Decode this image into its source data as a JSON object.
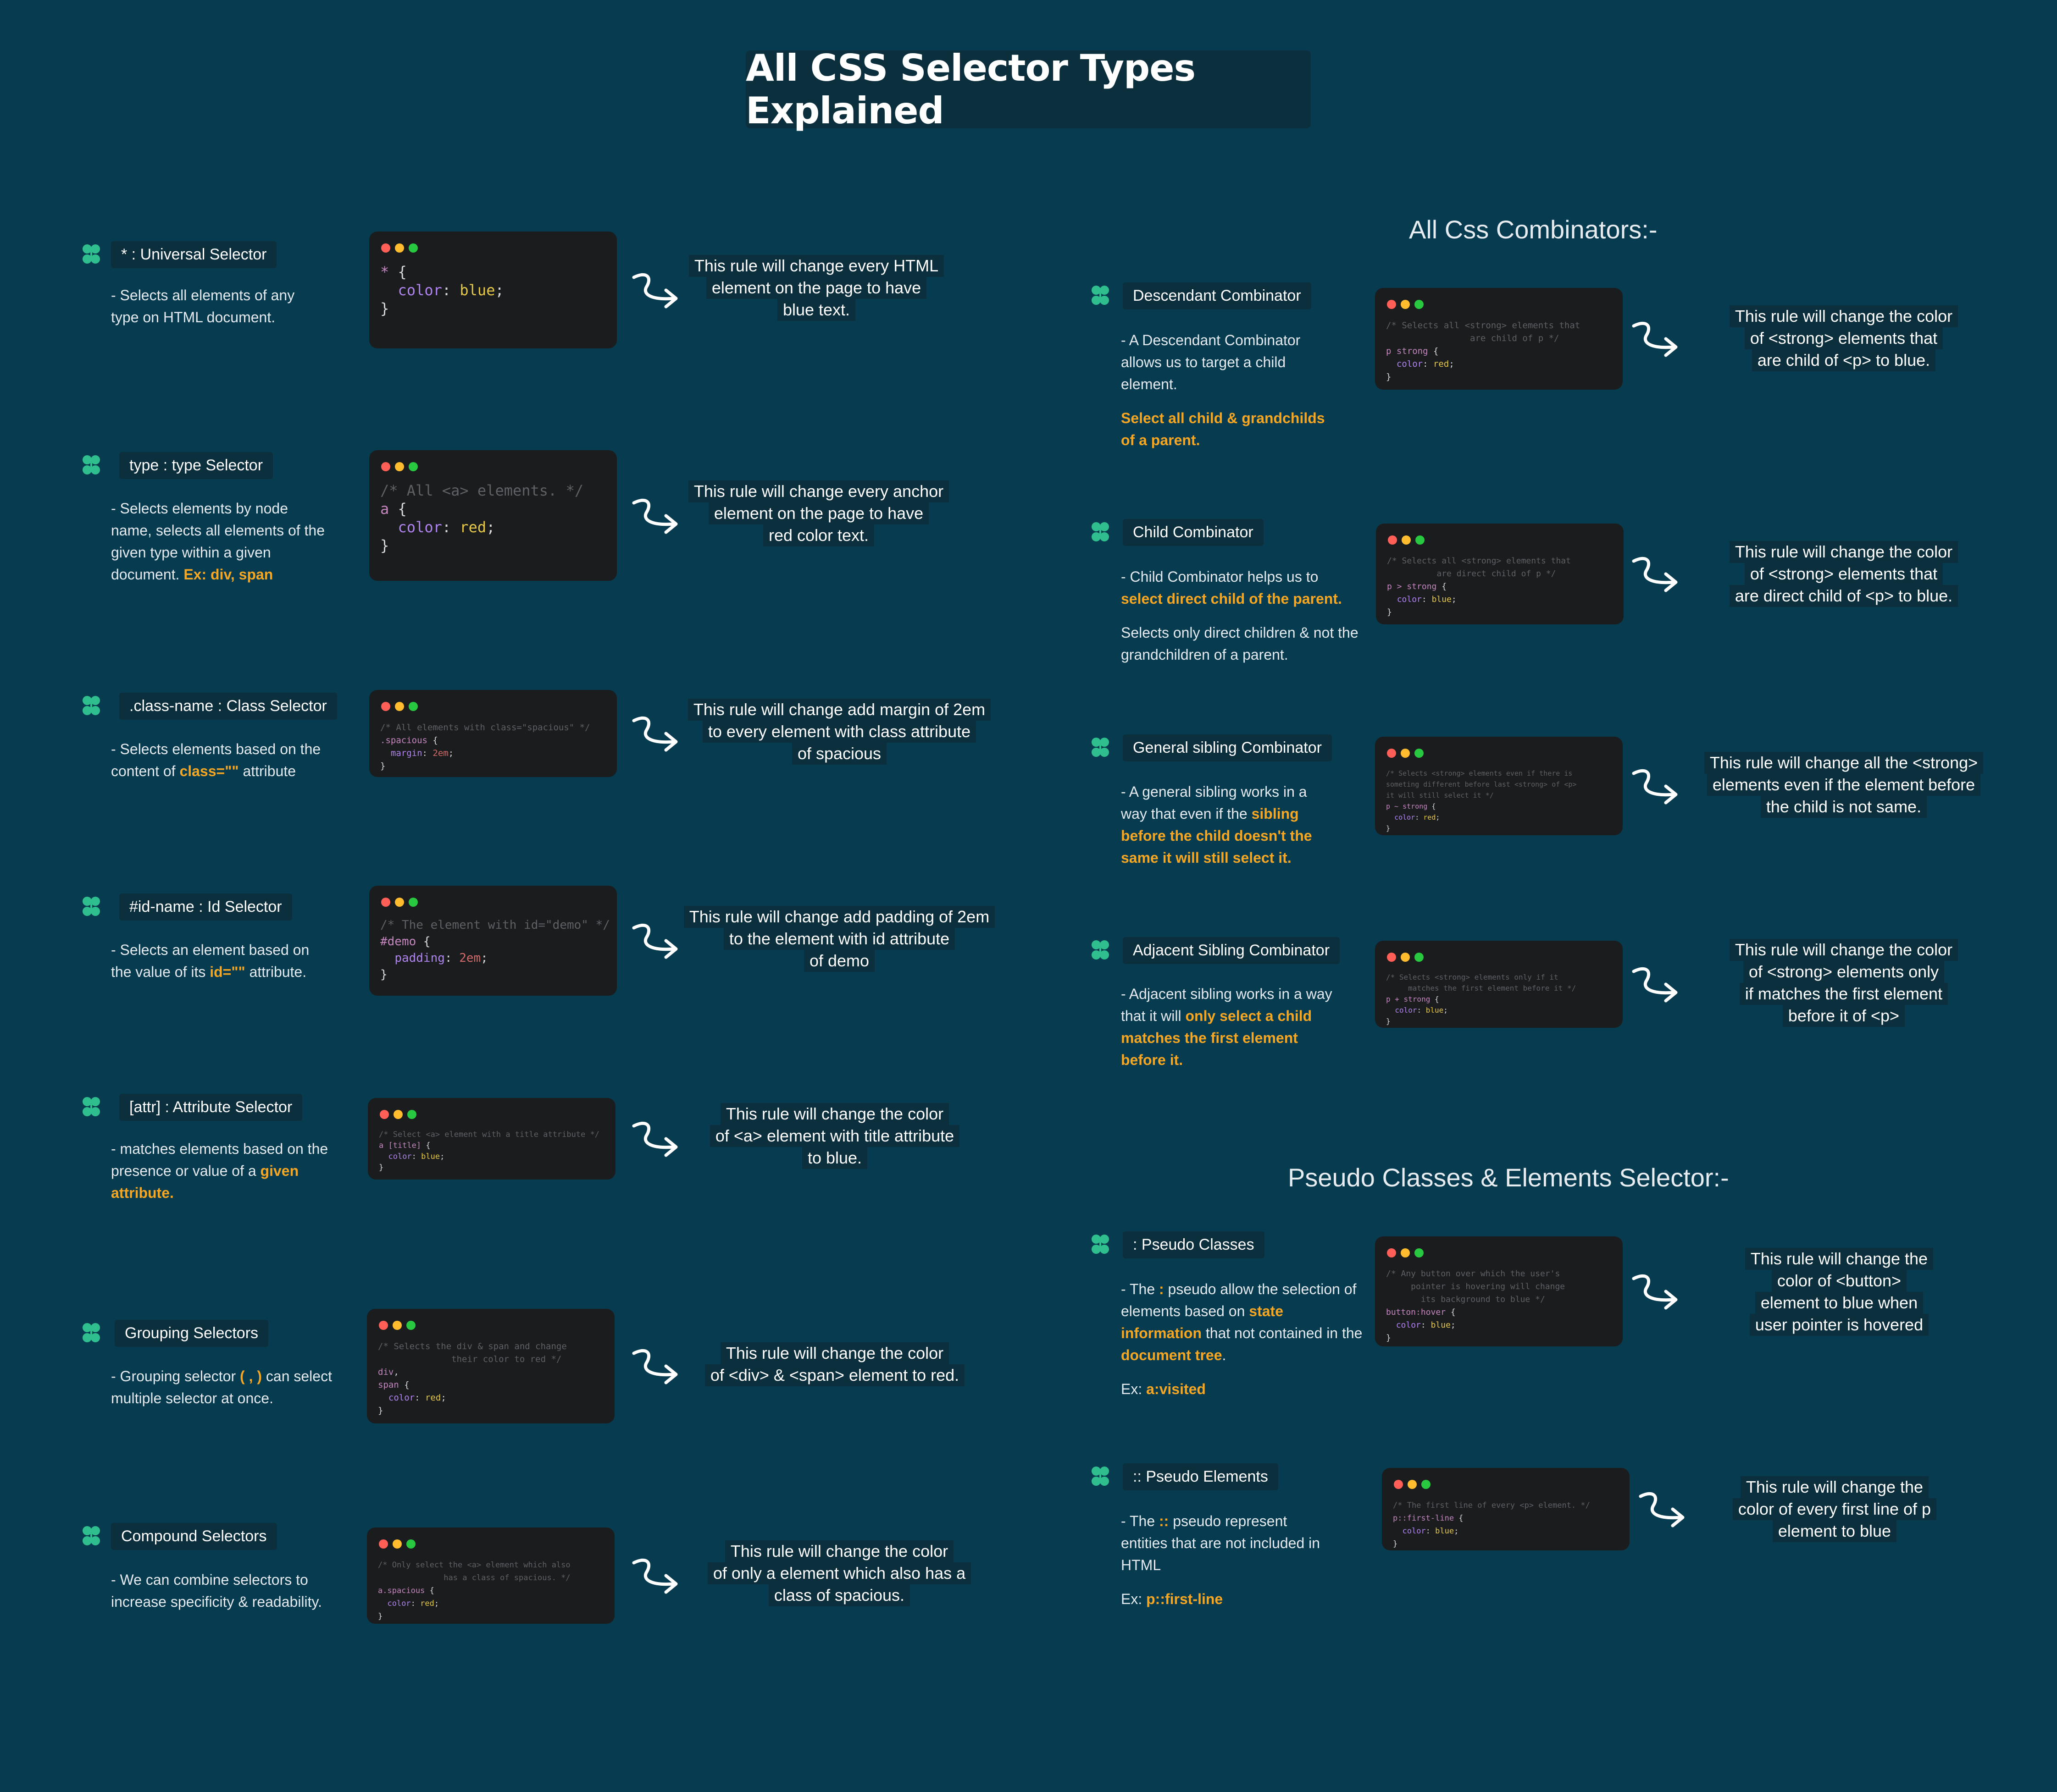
{
  "title": "All CSS Selector Types Explained",
  "headings": {
    "combinators": "All Css Combinators:-",
    "pseudo": "Pseudo Classes & Elements Selector:-"
  },
  "colors": {
    "background": "#073b4f",
    "accent": "#f5a623",
    "icon": "#2fbf8f",
    "panel": "#0c2f3d",
    "code_bg": "#1b1c1e"
  },
  "icons": {
    "bullet": "clover-icon",
    "arrow": "curved-arrow-icon",
    "window_dots": "traffic-light-dots-icon"
  },
  "selectors": [
    {
      "label": "* : Universal Selector",
      "desc": [
        [
          "- Selects all elements of any type on HTML document.",
          ""
        ]
      ],
      "code": [
        "* {",
        "  color: blue;",
        "}"
      ],
      "result": [
        "This rule will change every HTML",
        "element on the page to have",
        "blue text."
      ]
    },
    {
      "label": "type : type Selector",
      "desc": [
        [
          "- Selects elements by node name, selects all elements of the given type within a given document. ",
          "Ex: div, span"
        ]
      ],
      "code": [
        "/* All <a> elements. */",
        "a {",
        "  color: red;",
        "}"
      ],
      "result": [
        "This rule will change every anchor",
        "element on the page to have",
        "red color text."
      ]
    },
    {
      "label": ".class-name : Class Selector",
      "desc": [
        [
          "- Selects elements based on the content of ",
          "class=\"\"",
          " attribute"
        ]
      ],
      "code": [
        "/* All elements with class=\"spacious\" */",
        ".spacious {",
        "  margin: 2em;",
        "}"
      ],
      "result": [
        "This rule will change add margin of 2em",
        "to every element with class attribute",
        "of spacious"
      ]
    },
    {
      "label": "#id-name : Id Selector",
      "desc": [
        [
          "- Selects an element based on the value of its ",
          "id=\"\"",
          " attribute."
        ]
      ],
      "code": [
        "/* The element with id=\"demo\" */",
        "#demo {",
        "  padding: 2em;",
        "}"
      ],
      "result": [
        "This rule will change add padding of 2em",
        "to the element with id attribute",
        "of demo"
      ]
    },
    {
      "label": "[attr] : Attribute Selector",
      "desc": [
        [
          "- matches elements based on the presence or value of a ",
          "given attribute."
        ]
      ],
      "code": [
        "/* Select <a> element with a title attribute */",
        "a [title] {",
        "  color: blue;",
        "}"
      ],
      "result": [
        "This rule will change the color",
        "of <a> element with title attribute",
        "to blue."
      ]
    },
    {
      "label": "Grouping Selectors",
      "desc": [
        [
          "- Grouping selector ",
          "( , )",
          " can select multiple selector at once."
        ]
      ],
      "code": [
        "/* Selects the div & span and change",
        "              their color to red */",
        "div,",
        "span {",
        "  color: red;",
        "}"
      ],
      "result": [
        "This rule will change the color",
        "of <div> & <span> element to red."
      ]
    },
    {
      "label": "Compound Selectors",
      "desc": [
        [
          "- We can combine selectors to increase specificity & readability.",
          ""
        ]
      ],
      "code": [
        "/* Only select the <a> element which also",
        "              has a class of spacious. */",
        "a.spacious {",
        "  color: red;",
        "}"
      ],
      "result": [
        "This rule will change the color",
        "of only a element which also has a",
        "class of spacious."
      ]
    }
  ],
  "combinators": [
    {
      "label": "Descendant Combinator",
      "desc": [
        [
          "- A Descendant Combinator allows us to target a child element."
        ],
        [
          "",
          "Select all child & grandchilds of a parent."
        ]
      ],
      "code": [
        "/* Selects all <strong> elements that",
        "                are child of p */",
        "p strong {",
        "  color: red;",
        "}"
      ],
      "result": [
        "This rule will change the color",
        "of <strong> elements that",
        "are child of <p> to blue."
      ]
    },
    {
      "label": "Child Combinator",
      "desc": [
        [
          "- Child Combinator helps us to ",
          "select direct child of the parent."
        ],
        [
          "Selects only direct children & not the grandchildren of a parent."
        ]
      ],
      "code": [
        "/* Selects all <strong> elements that",
        "          are direct child of p */",
        "p > strong {",
        "  color: blue;",
        "}"
      ],
      "result": [
        "This rule will change the color",
        "of <strong> elements that",
        "are direct child of <p> to blue."
      ]
    },
    {
      "label": "General sibling Combinator",
      "desc": [
        [
          "- A general sibling works in a way that even if the ",
          "sibling before the child doesn't the same it will still select it."
        ]
      ],
      "code": [
        "/* Selects <strong> elements even if there is",
        "someting different before last <strong> of <p>",
        "it will still select it */",
        "p ~ strong {",
        "  color: red;",
        "}"
      ],
      "result": [
        "This rule will change all the <strong>",
        "elements even if the element before",
        "the child is not same."
      ]
    },
    {
      "label": "Adjacent Sibling Combinator",
      "desc": [
        [
          "- Adjacent sibling works in a way that it will ",
          "only select a child matches the first element before it."
        ]
      ],
      "code": [
        "/* Selects <strong> elements only if it",
        "     matches the first element before it */",
        "p + strong {",
        "  color: blue;",
        "}"
      ],
      "result": [
        "This rule will change the color",
        "of <strong> elements only",
        "if matches the first element",
        "before it of <p>"
      ]
    }
  ],
  "pseudo": [
    {
      "label": ":  Pseudo Classes",
      "desc": [
        [
          "- The ",
          ":",
          " pseudo allow the selection of elements based on ",
          "state information",
          " that not contained in the ",
          "document tree",
          "."
        ],
        [
          "Ex: ",
          "a:visited"
        ]
      ],
      "code": [
        "/* Any button over which the user's",
        "     pointer is hovering will change",
        "       its background to blue */",
        "button:hover {",
        "  color: blue;",
        "}"
      ],
      "result": [
        "This rule will change the",
        "color of <button>",
        "element to blue when",
        "user pointer is hovered"
      ]
    },
    {
      "label": "::  Pseudo Elements",
      "desc": [
        [
          "- The ",
          "::",
          " pseudo represent entities that are not included in HTML"
        ],
        [
          "Ex: ",
          "p::first-line"
        ]
      ],
      "code": [
        "/* The first line of every <p> element. */",
        "p::first-line {",
        "  color: blue;",
        "}"
      ],
      "result": [
        "This rule will change the",
        "color of every first line of p",
        "element to blue"
      ]
    }
  ]
}
